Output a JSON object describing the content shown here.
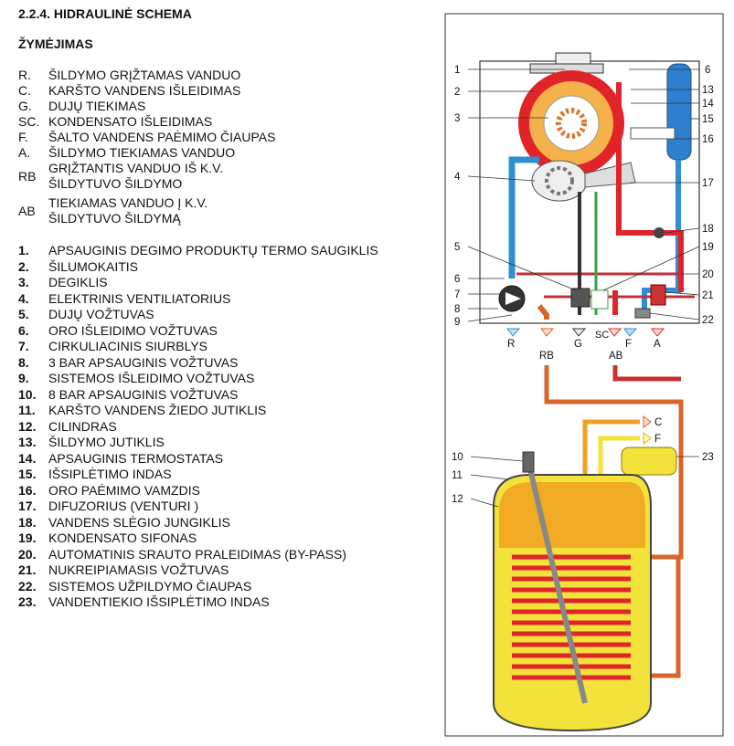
{
  "title": "2.2.4. HIDRAULINĖ SCHEMA",
  "subtitle": "ŽYMĖJIMAS",
  "legend": [
    {
      "code": "R.",
      "text": "ŠILDYMO GRĮŽTAMAS VANDUO"
    },
    {
      "code": "C.",
      "text": "KARŠTO VANDENS IŠLEIDIMAS"
    },
    {
      "code": "G.",
      "text": "DUJŲ TIEKIMAS"
    },
    {
      "code": "SC.",
      "text": "KONDENSATO IŠLEIDIMAS"
    },
    {
      "code": "F.",
      "text": "ŠALTO VANDENS PAĖMIMO ČIAUPAS"
    },
    {
      "code": "A.",
      "text": "ŠILDYMO TIEKIAMAS VANDUO"
    },
    {
      "code": "RB",
      "text": "GRĮŽTANTIS VANDUO IŠ K.V.",
      "text2": "ŠILDYTUVO ŠILDYMO"
    },
    {
      "code": "AB",
      "text": "TIEKIAMAS  VANDUO Į K.V.",
      "text2": "ŠILDYTUVO ŠILDYMĄ"
    }
  ],
  "parts": [
    {
      "num": "1.",
      "name": "APSAUGINIS DEGIMO PRODUKTŲ TERMO SAUGIKLIS"
    },
    {
      "num": "2.",
      "name": "ŠILUMOKAITIS"
    },
    {
      "num": "3.",
      "name": "DEGIKLIS"
    },
    {
      "num": "4.",
      "name": "ELEKTRINIS VENTILIATORIUS"
    },
    {
      "num": "5.",
      "name": "DUJŲ VOŽTUVAS"
    },
    {
      "num": "6.",
      "name": "ORO IŠLEIDIMO VOŽTUVAS"
    },
    {
      "num": "7.",
      "name": "CIRKULIACINIS SIURBLYS"
    },
    {
      "num": "8.",
      "name": "3 BAR APSAUGINIS VOŽTUVAS"
    },
    {
      "num": "9.",
      "name": "SISTEMOS IŠLEIDIMO VOŽTUVAS"
    },
    {
      "num": "10.",
      "name": "8 BAR APSAUGINIS VOŽTUVAS"
    },
    {
      "num": "11.",
      "name": "KARŠTO VANDENS ŽIEDO JUTIKLIS"
    },
    {
      "num": "12.",
      "name": "CILINDRAS"
    },
    {
      "num": "13.",
      "name": "ŠILDYMO JUTIKLIS"
    },
    {
      "num": "14.",
      "name": "APSAUGINIS TERMOSTATAS"
    },
    {
      "num": "15.",
      "name": "IŠSIPLĖTIMO INDAS"
    },
    {
      "num": "16.",
      "name": "ORO PAĖMIMO VAMZDIS"
    },
    {
      "num": "17.",
      "name": "DIFUZORIUS (VENTURI )"
    },
    {
      "num": "18.",
      "name": "VANDENS SLĖGIO JUNGIKLIS"
    },
    {
      "num": "19.",
      "name": "KONDENSATO SIFONAS"
    },
    {
      "num": "20.",
      "name": "AUTOMATINIS SRAUTO PRALEIDIMAS (BY-PASS)"
    },
    {
      "num": "21.",
      "name": "NUKREIPIAMASIS VOŽTUVAS"
    },
    {
      "num": "22.",
      "name": "SISTEMOS UŽPILDYMO ČIAUPAS"
    },
    {
      "num": "23.",
      "name": "VANDENTIEKIO IŠSIPLĖTIMO INDAS"
    }
  ],
  "callouts_left": [
    "1",
    "2",
    "3",
    "4",
    "5",
    "6",
    "7",
    "8",
    "9"
  ],
  "callouts_right": [
    "6",
    "13",
    "14",
    "15",
    "16",
    "17",
    "18",
    "19",
    "20",
    "21",
    "22"
  ],
  "callouts_tank_left": [
    "10",
    "11",
    "12"
  ],
  "callout_tank_right": "23",
  "connections": [
    "R",
    "RB",
    "G",
    "SC",
    "F",
    "AB",
    "A"
  ],
  "tank_connections": [
    "C",
    "F"
  ],
  "colors": {
    "hot": "#e0242a",
    "cold": "#2f8fd0",
    "return": "#d9652a",
    "gas": "#2b2b2b",
    "tank": "#f2e23a",
    "tank_hot": "#f0a020",
    "condensate": "#3aa040"
  }
}
